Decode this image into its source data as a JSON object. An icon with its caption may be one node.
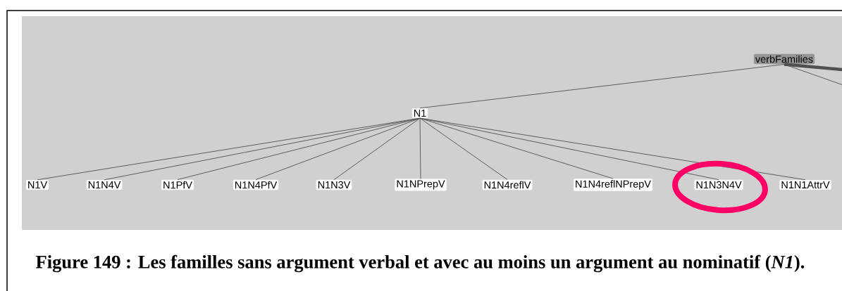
{
  "diagram": {
    "caption": "Figure 149 : Les familles sans argument verbal et avec au moins un argument au nominatif (*N1*).",
    "nodes": [
      {
        "text": [
          "verbFamilies"
        ]
      },
      {
        "text": [
          "N1"
        ]
      },
      {
        "text": [
          "N1V"
        ]
      },
      {
        "text": [
          "N1N4V"
        ]
      },
      {
        "text": [
          "N1PfV"
        ]
      },
      {
        "text": [
          "N1N4PfV"
        ]
      },
      {
        "text": [
          "N1N3V"
        ]
      },
      {
        "text": [
          "N1NPrepV"
        ]
      },
      {
        "text": [
          "N1N4reflV"
        ]
      },
      {
        "text": [
          "N1N4reflNPrepV"
        ]
      },
      {
        "text": [
          "N1N3N4V"
        ]
      },
      {
        "text": [
          "N1N1AttrV"
        ]
      }
    ],
    "edges": [
      {
        "from": 0,
        "to": 1,
        "arrow": "none"
      },
      {
        "from": 0,
        "to": null,
        "arrow": "none",
        "style": "thick"
      },
      {
        "from": 0,
        "to": null,
        "arrow": "none"
      },
      {
        "from": 1,
        "to": 2,
        "arrow": "none"
      },
      {
        "from": 1,
        "to": 3,
        "arrow": "none"
      },
      {
        "from": 1,
        "to": 4,
        "arrow": "none"
      },
      {
        "from": 1,
        "to": 5,
        "arrow": "none"
      },
      {
        "from": 1,
        "to": 6,
        "arrow": "none"
      },
      {
        "from": 1,
        "to": 7,
        "arrow": "none"
      },
      {
        "from": 1,
        "to": 8,
        "arrow": "none"
      },
      {
        "from": 1,
        "to": 9,
        "arrow": "none"
      },
      {
        "from": 1,
        "to": 10,
        "arrow": "none"
      },
      {
        "from": 1,
        "to": 11,
        "arrow": "none"
      }
    ]
  }
}
